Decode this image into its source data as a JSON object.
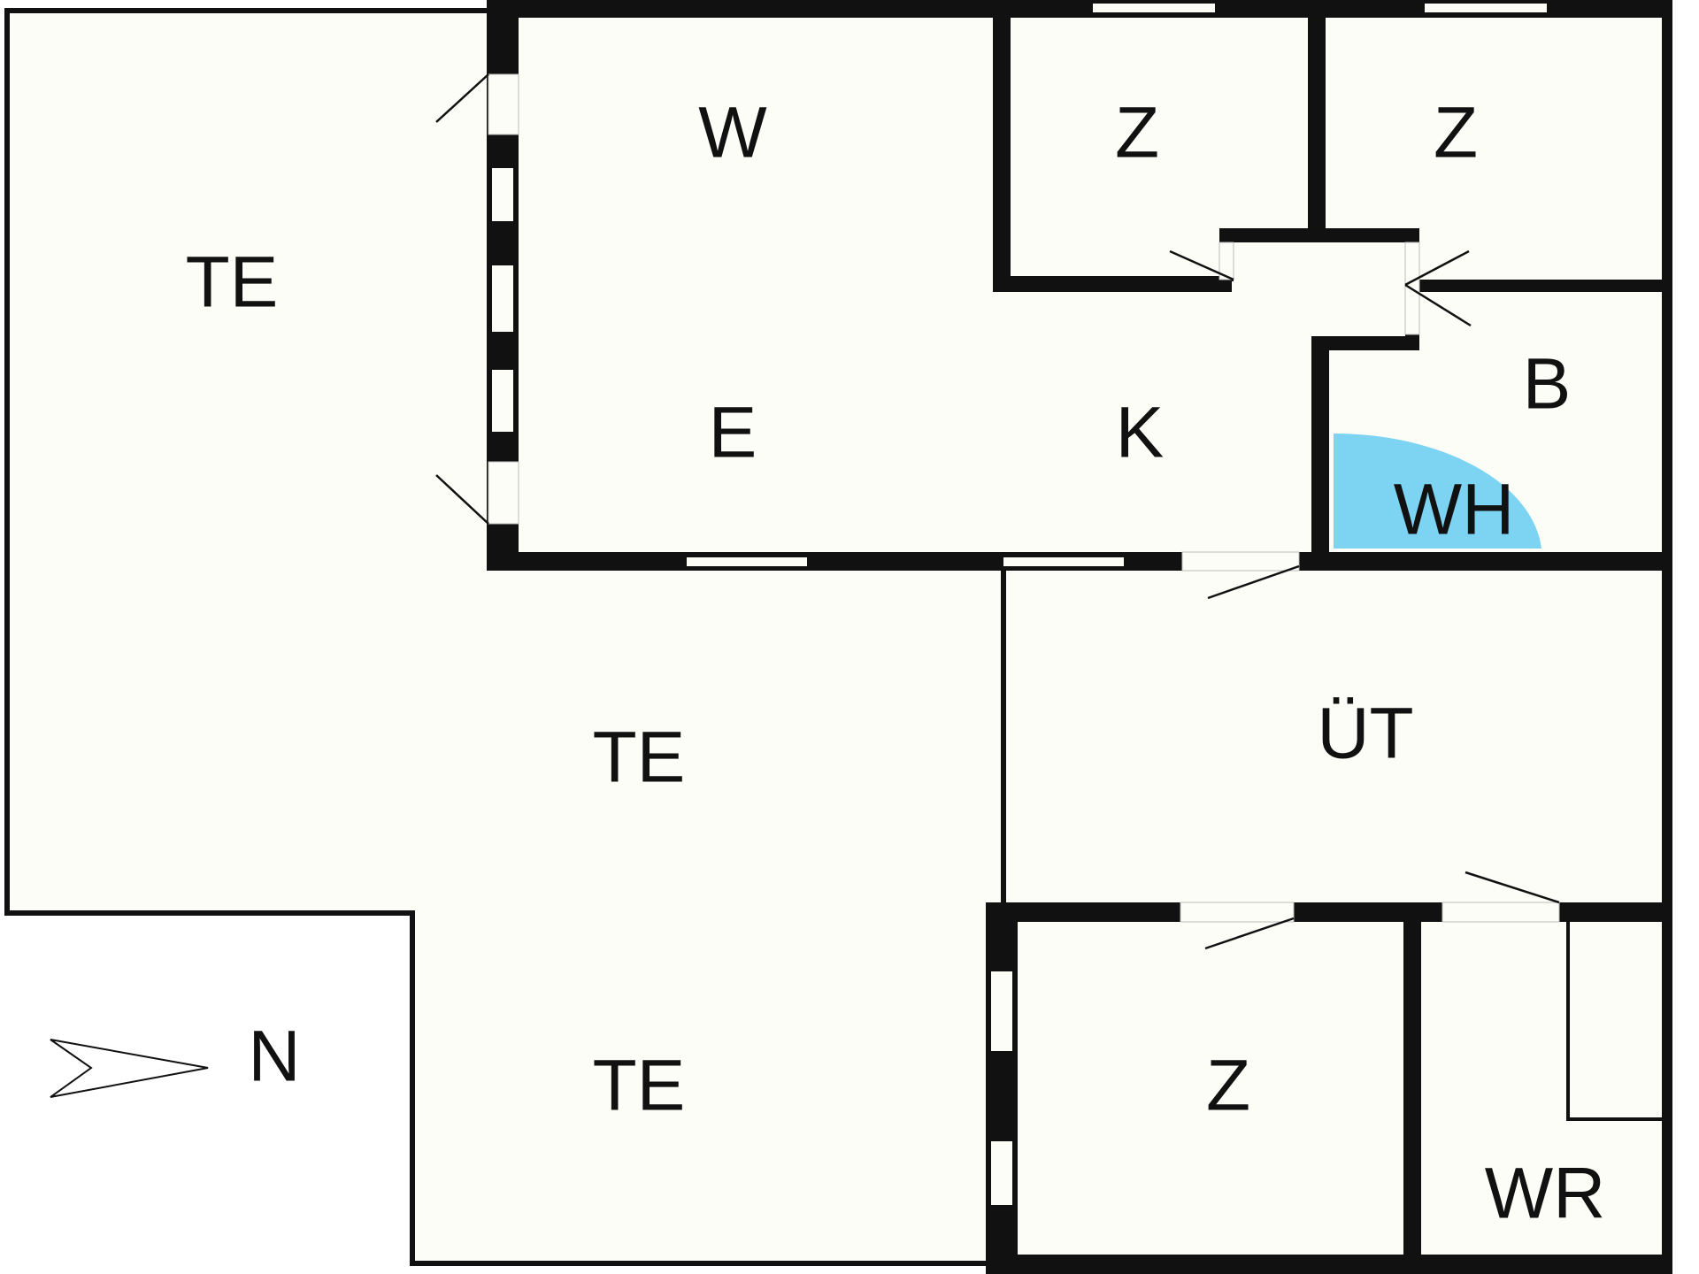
{
  "rooms": {
    "terrace_left": "TE",
    "living": "W",
    "room_1": "Z",
    "room_2": "Z",
    "dining": "E",
    "kitchen": "K",
    "bath": "B",
    "utility": "WH",
    "terrace_middle": "TE",
    "hallway": "ÜT",
    "terrace_lower": "TE",
    "room_3": "Z",
    "wardrobe": "WR"
  },
  "compass": {
    "label": "N"
  },
  "colors": {
    "floor": "#fdfdf7",
    "wall": "#111111",
    "utility_fill": "#7dd3f2",
    "background": "#ffffff"
  }
}
